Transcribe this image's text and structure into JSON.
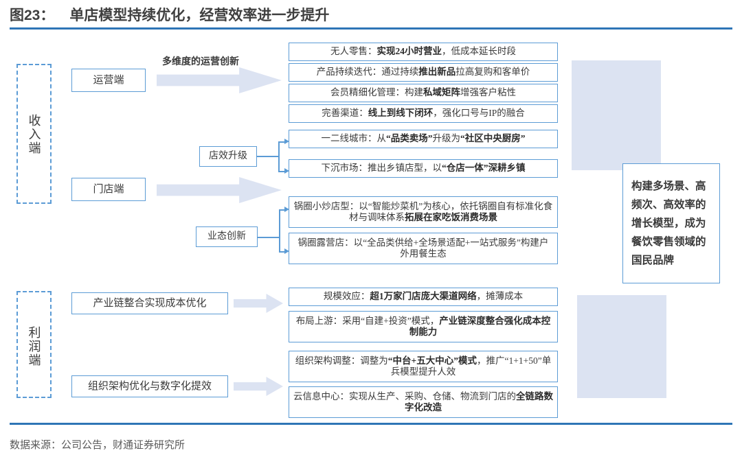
{
  "header": {
    "figure_number": "图23：",
    "title": "单店模型持续优化，经营效率进一步提升",
    "rule_color": "#2E75B6"
  },
  "footer": {
    "source": "数据来源：公司公告，财通证券研究所"
  },
  "groups": [
    {
      "id": "revenue",
      "label": "收入端"
    },
    {
      "id": "profit",
      "label": "利润端"
    }
  ],
  "stages": {
    "operation": "运营端",
    "store": "门店端",
    "supply_chain": "产业链整合实现成本优化",
    "org_digital": "组织架构优化与数字化提效"
  },
  "mid_nodes": {
    "store_efficiency": "店效升级",
    "format_innovation": "业态创新"
  },
  "arrow_captions": {
    "operation": "多维度的运营创新"
  },
  "details": {
    "operation": [
      {
        "lead": "无人零售：",
        "bold": "实现24小时营业",
        "tail": "，低成本延长时段",
        "lines": 1
      },
      {
        "lead": "产品持续迭代：",
        "plain1": "通过持续",
        "bold": "推出新品",
        "tail": "拉高复购和客单价",
        "lines": 1
      },
      {
        "lead": "会员精细化管理：",
        "plain1": "构建",
        "bold": "私域矩阵",
        "tail": "增强客户粘性",
        "lines": 1
      },
      {
        "lead": "完善渠道：",
        "bold": "线上到线下闭环",
        "tail": "，强化口号与IP的融合",
        "lines": 1
      }
    ],
    "store_efficiency": [
      {
        "lead": "一二线城市：",
        "plain1": "从",
        "bold": "“品类卖场”",
        "plain2": "升级为",
        "bold2": "“社区中央厨房”",
        "lines": 1
      },
      {
        "lead": "下沉市场：",
        "plain1": "推出乡镇店型，以",
        "bold": "“仓店一体”",
        "bold2": "深耕乡镇",
        "lines": 1
      }
    ],
    "format_innovation": [
      {
        "lead": "锅圈小炒店型：",
        "plain1": "以“智能炒菜机”为核心，依托锅圈自有标准化食材与调味体系",
        "bold": "拓展在家吃饭消费场景",
        "lines": 2
      },
      {
        "lead": "锅圈露营店：",
        "plain1": "以“全品类供给+全场景适配+一站式服务”构建户外用餐生态",
        "lines": 2
      }
    ],
    "supply_chain": [
      {
        "lead": "规模效应：",
        "bold": "超1万家门店庞大渠道网络",
        "tail": "，摊薄成本",
        "lines": 1
      },
      {
        "lead": "布局上游：",
        "plain1": "采用“自建+投资”模式，",
        "bold": "产业链深度整合强化成本控制能力",
        "lines": 2
      }
    ],
    "org_digital": [
      {
        "lead": "组织架构调整：",
        "plain1": "调整为",
        "bold": "“中台+五大中心”模式",
        "plain2": "，推广“1+1+50”单兵模型提升人效",
        "lines": 2
      },
      {
        "lead": "云信息中心：",
        "plain1": "实现从生产、采购、仓储、物流到门店的",
        "bold": "全链路数字化改造",
        "lines": 2
      }
    ]
  },
  "conclusion": {
    "lines": [
      "构建多场景、高",
      "频次、高效率的",
      "增长模型，成为",
      "餐饮零售领域的",
      "国民品牌"
    ]
  },
  "colors": {
    "box_border": "#5B9BD5",
    "fat_arrow": "#DCE3F2",
    "dashed_border": "#5B9BD5",
    "text": "#3a3a3a"
  }
}
